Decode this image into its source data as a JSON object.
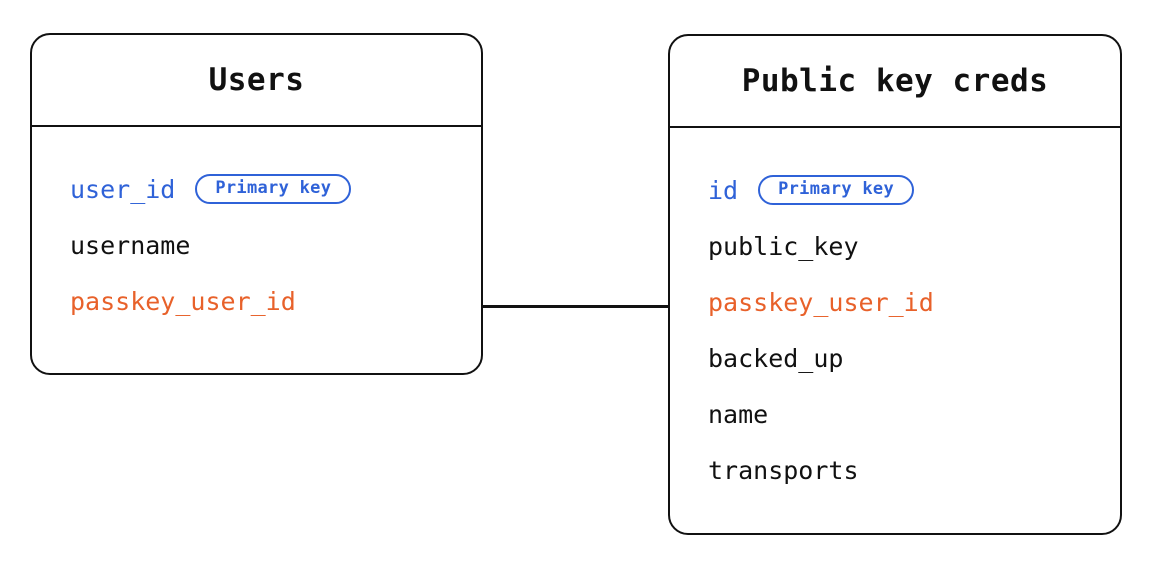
{
  "diagram": {
    "type": "entity-relationship-diagram",
    "background_color": "#ffffff",
    "colors": {
      "outline": "#111111",
      "text": "#111111",
      "primary_key": "#2F62D8",
      "foreign_key": "#E8612A"
    },
    "badge_label": "Primary key",
    "entities": [
      {
        "id": "users",
        "title": "Users",
        "fields": [
          {
            "name": "user_id",
            "role": "pk",
            "badge": "Primary key"
          },
          {
            "name": "username",
            "role": "plain",
            "badge": null
          },
          {
            "name": "passkey_user_id",
            "role": "fk",
            "badge": null
          }
        ]
      },
      {
        "id": "public-key-creds",
        "title": "Public key creds",
        "fields": [
          {
            "name": "id",
            "role": "pk",
            "badge": "Primary key"
          },
          {
            "name": "public_key",
            "role": "plain",
            "badge": null
          },
          {
            "name": "passkey_user_id",
            "role": "fk",
            "badge": null
          },
          {
            "name": "backed_up",
            "role": "plain",
            "badge": null
          },
          {
            "name": "name",
            "role": "plain",
            "badge": null
          },
          {
            "name": "transports",
            "role": "plain",
            "badge": null
          }
        ]
      }
    ],
    "relationships": [
      {
        "from_entity": "users",
        "from_field": "passkey_user_id",
        "to_entity": "public-key-creds",
        "to_field": "passkey_user_id",
        "style": "plain-line"
      }
    ]
  }
}
